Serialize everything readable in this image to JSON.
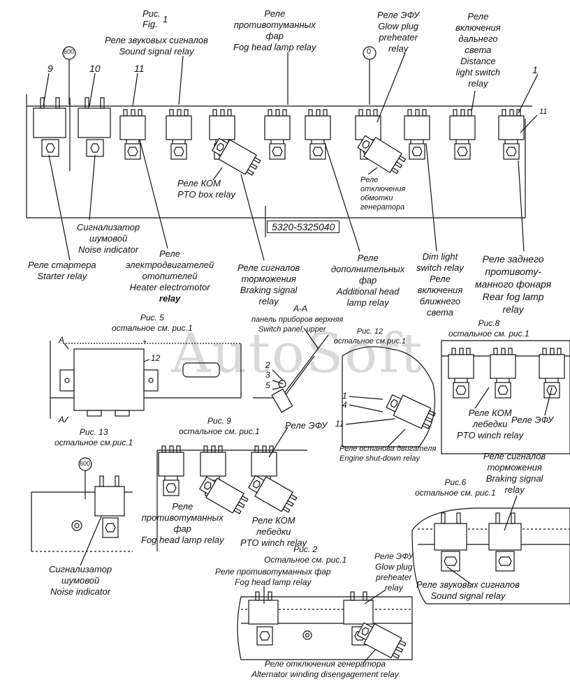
{
  "fig1": {
    "fig_ru": "Рис.",
    "fig_num": "1",
    "fig_en": "Fig.",
    "panel_code": "5320-5325040",
    "circle_600": "600",
    "circle_0": "0",
    "numbers": {
      "n9": "9",
      "n10": "10",
      "n11a": "11",
      "n1": "1",
      "n11b": "11"
    },
    "sound_relay": [
      "Реле звуковых сигналов",
      "Sound signal relay"
    ],
    "fog_relay": [
      "Реле",
      "противотуманных",
      "фар",
      "Fog head lamp relay"
    ],
    "efu_relay": [
      "Реле ЭФУ",
      "Glow plug",
      "preheater",
      "relay"
    ],
    "distance_relay": [
      "Реле",
      "включения",
      "дальнего",
      "света",
      "Distance",
      "light switch",
      "relay"
    ],
    "kom_relay": [
      "Реле КОМ",
      "PTO box relay"
    ],
    "gen_off_relay": [
      "Реле",
      "отключения",
      "обмотки",
      "генератора"
    ],
    "noise_indicator": [
      "Сигнализатор",
      "шумовой",
      "Noise indicator"
    ],
    "starter_relay": [
      "Реле стартера",
      "Starter relay"
    ],
    "heater_relay": [
      "Реле",
      "электродвигателей",
      "отопителей",
      "Heater electromotor",
      "relay"
    ],
    "brake_relay": [
      "Реле сигналов",
      "торможения",
      "Braking signal",
      "relay"
    ],
    "additional_relay": [
      "Реле",
      "дополнительных",
      "фар",
      "Additional head",
      "lamp relay"
    ],
    "dim_relay": [
      "Dim light",
      "switch relay",
      "Реле",
      "включения",
      "ближнего",
      "света"
    ],
    "rear_fog_relay": [
      "Реле заднего",
      "противоту-",
      "манного фонаря",
      "Rear fog lamp",
      "relay"
    ]
  },
  "fig5": {
    "title": [
      "Рис. 5",
      "остальное см. рис.1"
    ],
    "a_label": "А",
    "a_label2": "А",
    "plus": "+",
    "num12": "12"
  },
  "section_aa": {
    "title": "А-А",
    "sub_ru": "панель приборов верхняя",
    "sub_en": "Switch panel, upper",
    "n2": "2",
    "n3": "3",
    "n5": "5"
  },
  "fig12": {
    "title": [
      "Рис. 12",
      "остальное см.рис.1"
    ],
    "n1": "1",
    "n4": "4",
    "n11": "11",
    "label": [
      "Реле останова двигателя",
      "Engine shut-down relay"
    ]
  },
  "fig8": {
    "title": [
      "Рис.8",
      "остальное см. рис.1"
    ],
    "kom_winch": [
      "Реле КОМ",
      "лебедки",
      "PTO winch relay"
    ],
    "efu": "Реле ЭФУ"
  },
  "fig13": {
    "title": [
      "Рис. 13",
      "остальное см.рис.1"
    ],
    "circle_600": "600",
    "noise": [
      "Сигнализатор",
      "шумовой",
      "Noise indicator"
    ]
  },
  "fig9": {
    "title": [
      "Рис. 9",
      "остальное см. рис.1"
    ],
    "efu": "Реле ЭФУ",
    "fog": [
      "Реле",
      "противотуманных",
      "фар",
      "Fog head lamp relay"
    ],
    "kom": [
      "Реле КОМ",
      "лебедки",
      "PTO winch relay"
    ]
  },
  "fig6": {
    "brake": [
      "Реле сигналов",
      "торможения",
      "Braking signal",
      "relay"
    ],
    "title": [
      "Рис.6",
      "остальное см. рис.1"
    ],
    "sound": [
      "Реле звуковых сигналов",
      "Sound signal relay"
    ]
  },
  "fig2": {
    "title": [
      "Рис. 2",
      "Остальное см. рис.1"
    ],
    "fog": [
      "Реле противотуманных фар",
      "Fog head lamp relay"
    ],
    "efu": [
      "Реле ЭФУ",
      "Glow plug",
      "preheater",
      "relay"
    ],
    "gen": [
      "Реле отключения генератора",
      "Alternator winding disengagement relay"
    ]
  },
  "watermark": "AutoSoft"
}
